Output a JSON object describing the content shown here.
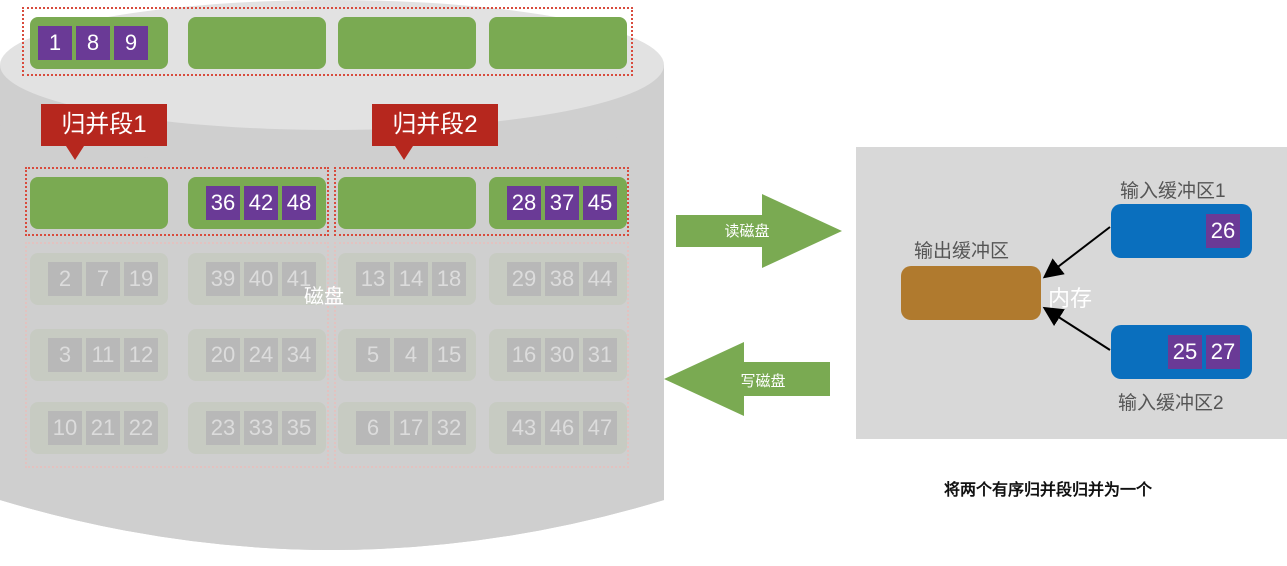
{
  "diagram": {
    "caption": "将两个有序归并段归并为一个",
    "disk": {
      "label": "磁盘",
      "output_row": [
        [
          "1",
          "8",
          "9"
        ],
        [],
        [],
        []
      ],
      "segment_labels": [
        "归并段1",
        "归并段2"
      ],
      "active_row": [
        [],
        [
          "36",
          "42",
          "48"
        ],
        [],
        [
          "28",
          "37",
          "45"
        ]
      ],
      "faded_rows": [
        [
          [
            "2",
            "7",
            "19"
          ],
          [
            "39",
            "40",
            "41"
          ],
          [
            "13",
            "14",
            "18"
          ],
          [
            "29",
            "38",
            "44"
          ]
        ],
        [
          [
            "3",
            "11",
            "12"
          ],
          [
            "20",
            "24",
            "34"
          ],
          [
            "5",
            "4",
            "15"
          ],
          [
            "16",
            "30",
            "31"
          ]
        ],
        [
          [
            "10",
            "21",
            "22"
          ],
          [
            "23",
            "33",
            "35"
          ],
          [
            "6",
            "17",
            "32"
          ],
          [
            "43",
            "46",
            "47"
          ]
        ]
      ]
    },
    "arrows": {
      "read": "读磁盘",
      "write": "写磁盘"
    },
    "memory": {
      "label": "内存",
      "output_buffer": "输出缓冲区",
      "input_buffer_1": {
        "label": "输入缓冲区1",
        "cells": [
          "26"
        ]
      },
      "input_buffer_2": {
        "label": "输入缓冲区2",
        "cells": [
          "25",
          "27"
        ]
      }
    },
    "colors": {
      "block": "#7aaa52",
      "cell": "#6a3a96",
      "tag": "#b6271e",
      "input_buffer": "#0a6fbe",
      "output_buffer": "#b07a2e",
      "arrow": "#7aaa52"
    }
  }
}
